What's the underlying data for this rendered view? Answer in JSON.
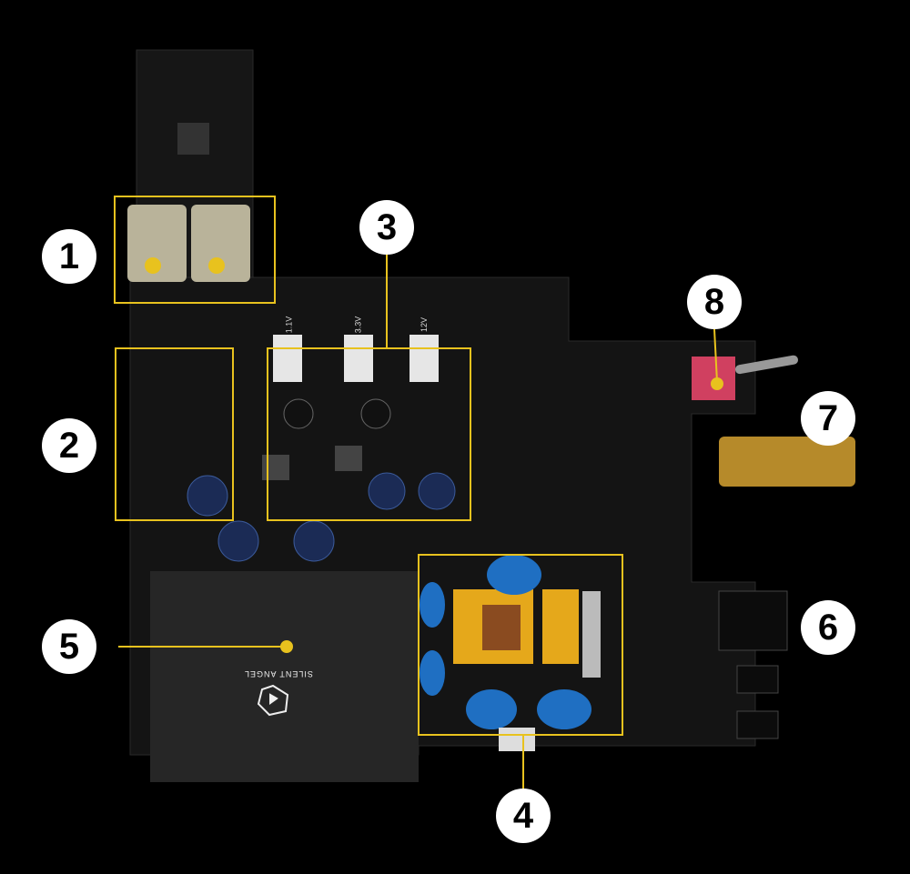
{
  "callouts": [
    {
      "number": "1"
    },
    {
      "number": "2"
    },
    {
      "number": "3"
    },
    {
      "number": "4"
    },
    {
      "number": "5"
    },
    {
      "number": "6"
    },
    {
      "number": "7"
    },
    {
      "number": "8"
    }
  ],
  "board_labels": {
    "rail_1": "1.1V",
    "rail_2": "3.3V",
    "rail_3": "12V"
  },
  "brand": "SILENT ANGEL",
  "colors": {
    "background": "#000000",
    "accent": "#e8c21e",
    "pcb": "#141414",
    "capacitor": "#1f6fc2"
  }
}
